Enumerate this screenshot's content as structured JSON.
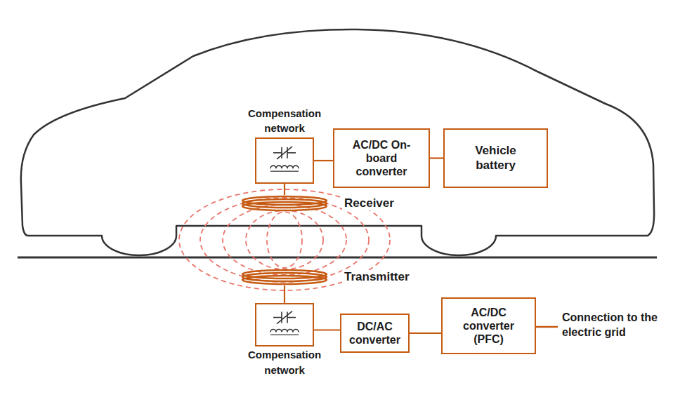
{
  "diagram": {
    "nodes": [
      {
        "text": [
          "Compensation network"
        ]
      },
      {
        "text": [
          "AC/DC On-board converter"
        ]
      },
      {
        "text": [
          "Vehicle battery"
        ]
      },
      {
        "text": [
          "Receiver"
        ]
      },
      {
        "text": [
          "Transmitter"
        ]
      },
      {
        "text": [
          "Compensation network"
        ]
      },
      {
        "text": [
          "DC/AC converter"
        ]
      },
      {
        "text": [
          "AC/DC converter (PFC)"
        ]
      }
    ],
    "edges": [
      {
        "from": 0,
        "to": 1,
        "arrow": "none"
      },
      {
        "from": 1,
        "to": 2,
        "arrow": "none"
      },
      {
        "from": 0,
        "to": 3,
        "arrow": "none"
      },
      {
        "from": 4,
        "to": 5,
        "arrow": "none"
      },
      {
        "from": 5,
        "to": 6,
        "arrow": "none"
      },
      {
        "from": 6,
        "to": 7,
        "arrow": "none"
      }
    ],
    "labels": [
      "Connection to the electric grid"
    ]
  }
}
